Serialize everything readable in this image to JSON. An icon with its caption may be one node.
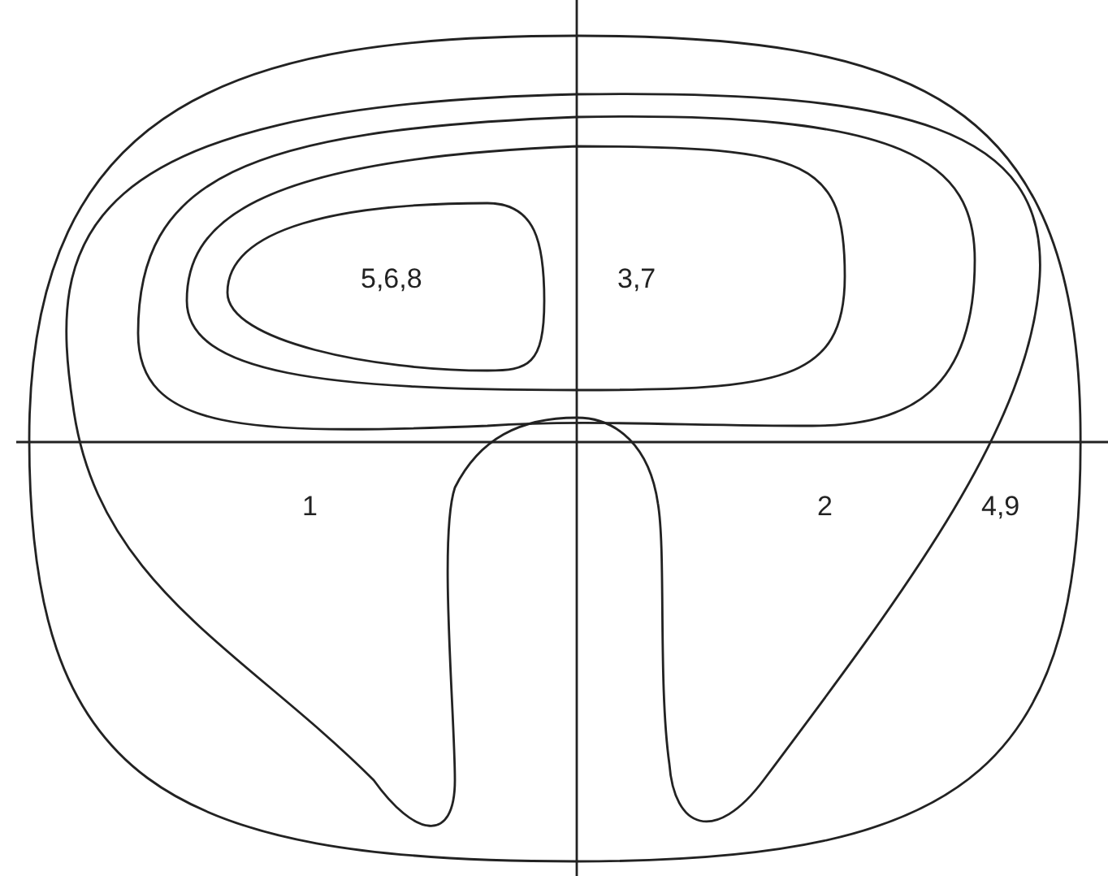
{
  "diagram": {
    "labels": [
      "5,6,8",
      "3,7",
      "1",
      "2",
      "4,9"
    ]
  }
}
